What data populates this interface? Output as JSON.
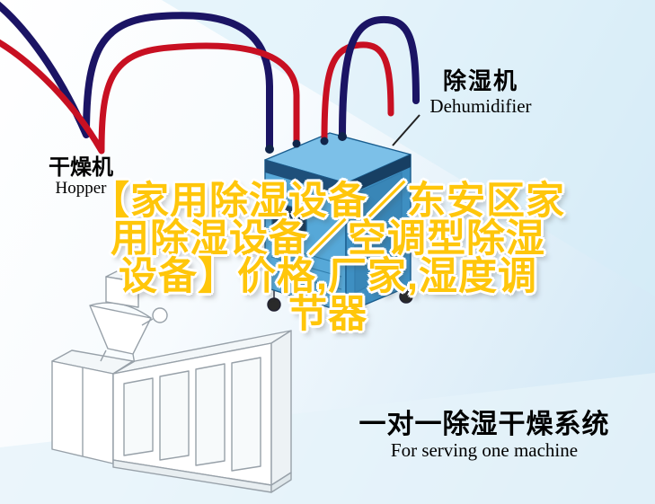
{
  "illustration": {
    "hopper_label": {
      "cn": "干燥机",
      "en": "Hopper"
    },
    "dehumidifier_label": {
      "cn": "除湿机",
      "en": "Dehumidifier"
    },
    "system_label": {
      "cn": "一对一除湿干燥系统",
      "en": "For serving one machine"
    }
  },
  "headline": {
    "lines": [
      "【家用除湿设备／东安区家",
      "用除湿设备／空调型除湿",
      "设备】价格,厂家,湿度调",
      "节器"
    ],
    "text_color": "#ffc60a",
    "outline_color": "#ffffff"
  },
  "colors": {
    "pipe_red": "#c81022",
    "pipe_navy": "#1b1464",
    "dehumidifier_body": "#56a8d8",
    "dehumidifier_top": "#7cc0e8",
    "dehumidifier_side": "#3e8fc2",
    "background_tint": "#d6ecf8"
  }
}
